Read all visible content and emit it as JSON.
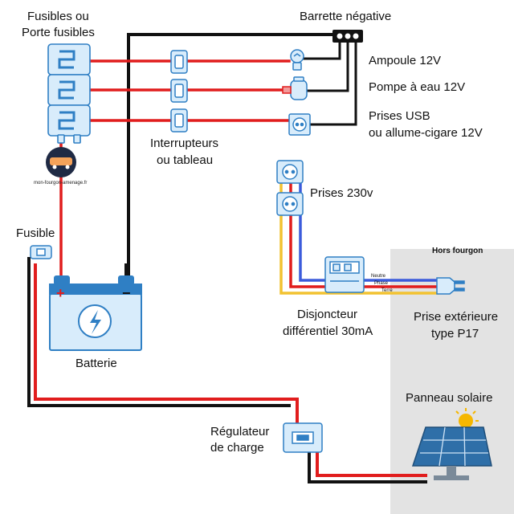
{
  "labels": {
    "fuses": [
      "Fusibles ou",
      "Porte fusibles"
    ],
    "negative_bar": "Barrette négative",
    "bulb": "Ampoule 12V",
    "pump": "Pompe à eau 12V",
    "usb": [
      "Prises USB",
      "ou allume-cigare 12V"
    ],
    "switches": [
      "Interrupteurs",
      "ou tableau"
    ],
    "watermark": "mon-fourgon-amenage.fr",
    "outlets_230": "Prises 230v",
    "fuse": "Fusible",
    "outside": "Hors fourgon",
    "breaker": [
      "Disjoncteur",
      "différentiel 30mA"
    ],
    "ext_plug": [
      "Prise extérieure",
      "type P17"
    ],
    "battery": "Batterie",
    "solar": "Panneau solaire",
    "regulator": [
      "Régulateur",
      "de charge"
    ],
    "wire_neutral": "Neutre",
    "wire_phase": "Phase",
    "wire_earth": "Terre",
    "battery_plus": "+",
    "battery_minus": "−"
  },
  "colors": {
    "positive": "#e11d1d",
    "negative": "#111111",
    "neutral": "#3b5bdb",
    "phase": "#e11d1d",
    "earth": "#f2c230",
    "component": "#d8ecfb",
    "component_stroke": "#2f7fc4",
    "outside_bg": "#e3e3e3"
  }
}
